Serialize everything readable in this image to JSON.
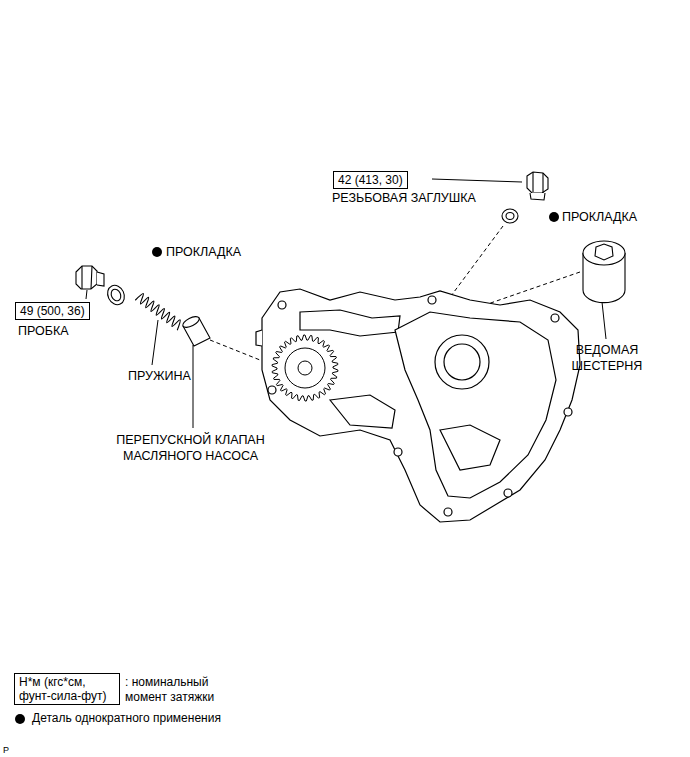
{
  "diagram": {
    "nodes": [
      {
        "text": [
          "42 (413, 30)"
        ]
      },
      {
        "text": [
          "49 (500, 36)"
        ]
      },
      {
        "text": [
          "Н*м (кгс*см, фунт-сила-фут)"
        ]
      }
    ],
    "labels": [
      "РЕЗЬБОВАЯ ЗАГЛУШКА",
      "ПРОКЛАДКА",
      "ПРОКЛАДКА",
      "ПРОБКА",
      "ПРУЖИНА",
      "ПЕРЕПУСКНОЙ КЛАПАН МАСЛЯНОГО НАСОСА",
      "ВЕДОМАЯ ШЕСТЕРНЯ",
      "P"
    ],
    "legend": [
      {
        "text": ": номинальный момент затяжки"
      },
      {
        "text": "Деталь однократного применения"
      }
    ]
  }
}
